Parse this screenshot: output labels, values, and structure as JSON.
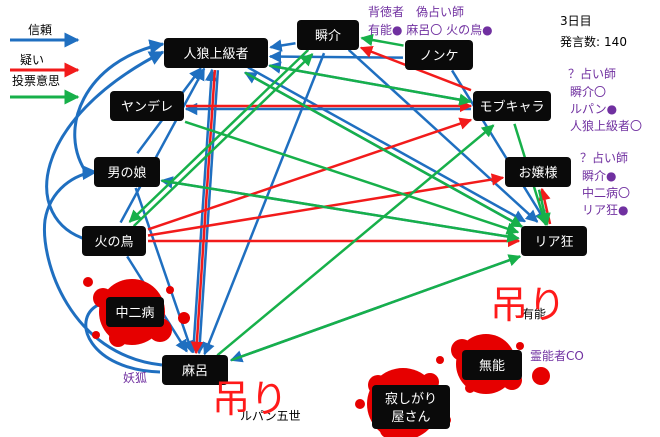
{
  "legend": {
    "trust": "信頼",
    "doubt": "疑い",
    "vote": "投票意思"
  },
  "colors": {
    "trust": "#1f6fc0",
    "doubt": "#f21b1b",
    "vote": "#17b04a",
    "node": "#0a0a0a",
    "blood": "#e60000",
    "annotation": "#7030a0"
  },
  "game_info": {
    "day": "3日目",
    "count_label": "発言数:",
    "count": "140"
  },
  "nodes": {
    "jinrou": "人狼上級者",
    "shunsuke": "瞬介",
    "nonke": "ノンケ",
    "yandere": "ヤンデレ",
    "mobu": "モブキャラ",
    "otoko": "男の娘",
    "ojousama": "お嬢様",
    "hinotori": "火の鳥",
    "riajuu": "リア狂",
    "chuuni": "中二病",
    "maro": "麻呂",
    "munou": "無能",
    "sabishi_1": "寂しがり",
    "sabishi_2": "屋さん"
  },
  "annotations": {
    "shunsuke_1": "背徳者　偽占い師",
    "shunsuke_2": "有能●  麻呂〇  火の鳥●",
    "mobu_title": "？占い師",
    "mobu_l1": "瞬介〇",
    "mobu_l2": "ルパン●",
    "mobu_l3": "人狼上級者〇",
    "ojou_title": "？占い師",
    "ojou_l1": "瞬介●",
    "ojou_l2": "中二病〇",
    "ojou_l3": "リア狂●",
    "maro_role": "妖狐",
    "munou_role": "霊能者CO",
    "yuunou_partial": "有能",
    "lupin_partial": "ルパン五世",
    "hang_1": "吊り",
    "hang_2": "吊り"
  },
  "edges": {
    "trust": [
      [
        "shunsuke",
        "jinrou"
      ],
      [
        "nonke",
        "jinrou"
      ],
      [
        "otoko",
        "jinrou"
      ],
      [
        "hinotori",
        "jinrou"
      ],
      [
        "maro",
        "jinrou"
      ],
      [
        "jinrou",
        "maro"
      ],
      [
        "mobu",
        "jinrou"
      ],
      [
        "riajuu",
        "jinrou"
      ],
      [
        "mobu",
        "yandere"
      ],
      [
        "shunsuke",
        "maro"
      ],
      [
        "riajuu",
        "otoko"
      ],
      [
        "jinrou",
        "riajuu"
      ],
      [
        "hinotori",
        "maro"
      ],
      [
        "riajuu",
        "maro"
      ],
      [
        "otoko",
        "maro"
      ],
      [
        "nonke",
        "riajuu"
      ],
      [
        "shunsuke",
        "riajuu"
      ]
    ],
    "doubt": [
      [
        "jinrou",
        "maro"
      ],
      [
        "yandere",
        "mobu"
      ],
      [
        "mobu",
        "shunsuke"
      ],
      [
        "hinotori",
        "mobu"
      ],
      [
        "hinotori",
        "ojousama"
      ],
      [
        "hinotori",
        "riajuu"
      ],
      [
        "riajuu",
        "ojousama"
      ]
    ],
    "vote": [
      [
        "shunsuke",
        "hinotori"
      ],
      [
        "nonke",
        "shunsuke"
      ],
      [
        "otoko",
        "riajuu"
      ],
      [
        "jinrou",
        "riajuu"
      ],
      [
        "yandere",
        "riajuu"
      ],
      [
        "mobu",
        "riajuu"
      ],
      [
        "maro",
        "riajuu"
      ],
      [
        "hinotori",
        "shunsuke"
      ],
      [
        "ojousama",
        "riajuu"
      ],
      [
        "jinrou",
        "mobu"
      ],
      [
        "maro",
        "mobu"
      ]
    ]
  }
}
